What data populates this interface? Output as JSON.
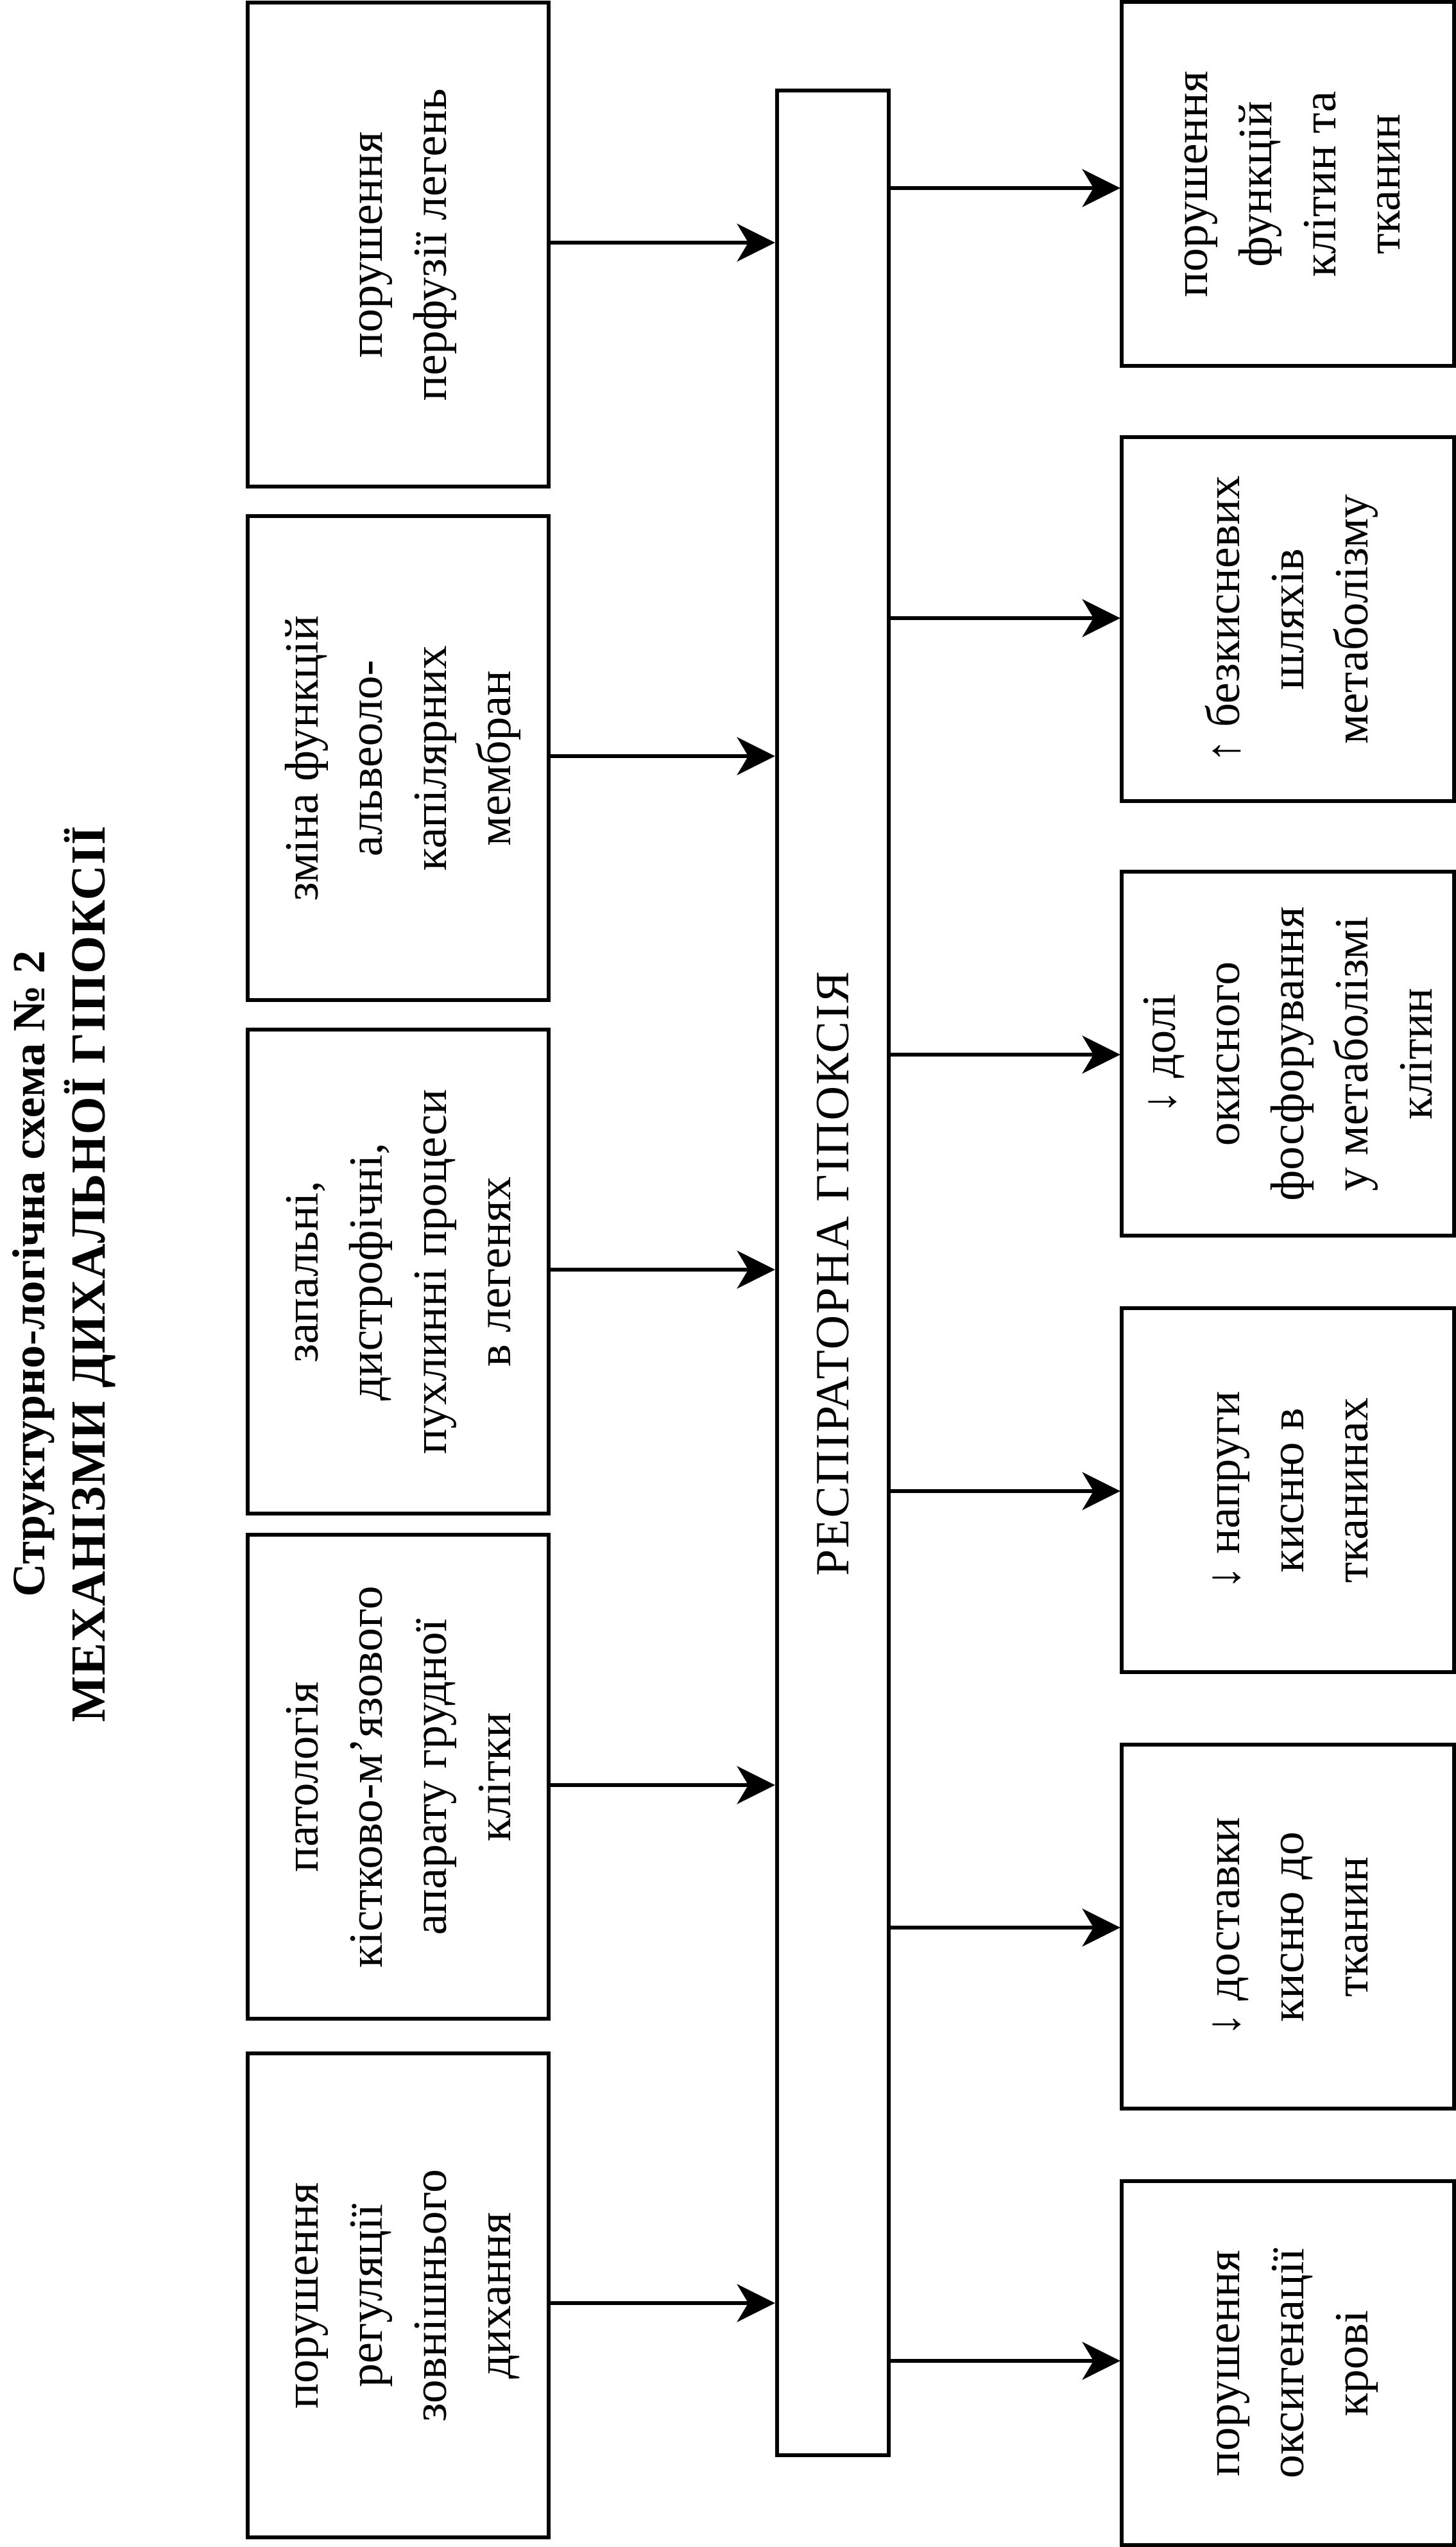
{
  "title": {
    "line1": "Структурно-логічна схема № 2",
    "line2": "МЕХАНІЗМИ ДИХАЛЬНОЇ ГІПОКСІЇ"
  },
  "center": {
    "label": "РЕСПІРАТОРНА ГІПОКСІЯ"
  },
  "causes": [
    {
      "text": "порушення\nрегуляції\nзовнішнього\nдихання"
    },
    {
      "text": "патологія\nкістково-м’язового\nапарату грудної\nклітки"
    },
    {
      "text": "запальні,\nдистрофічні,\nпухлинні процеси\nв легенях"
    },
    {
      "text": "зміна функцій\nальвеоло-\nкапілярних\nмембран"
    },
    {
      "text": "порушення\nперфузії легень"
    }
  ],
  "effects": [
    {
      "text": "порушення\nоксигенації\nкрові"
    },
    {
      "text": "↓ доставки\nкисню до\nтканин"
    },
    {
      "text": "↓ напруги\nкисню в\nтканинах"
    },
    {
      "text": "↓ долі\nокисного\nфосфорування\nу метаболізмі\nклітин"
    },
    {
      "text": "↑ безкисневих\nшляхів\nметаболізму"
    },
    {
      "text": "порушення\nфункцій\nклітин та\nтканин"
    }
  ]
}
